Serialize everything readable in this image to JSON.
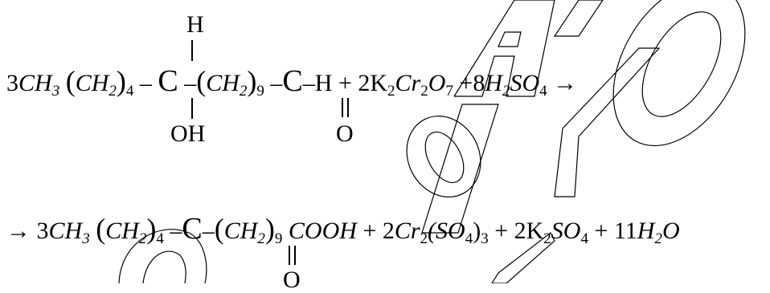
{
  "watermark": {
    "letters": [
      "Ф",
      "А",
      "Й",
      "Л",
      "О"
    ],
    "color": "#000000"
  },
  "eq1": {
    "coef": "3",
    "ch3": "CH",
    "s3": "3",
    "lp": "(",
    "ch2a": "CH",
    "s2a": "2",
    "rp": ")",
    "s4": "4",
    "dash1": "–",
    "c1": "C",
    "top_h": "H",
    "bottom_oh": "OH",
    "dash2": "–",
    "lp2": "(",
    "ch2b": "CH",
    "s2b": "2",
    "rp2": ")",
    "s9": "9",
    "dash3": "–",
    "c2": "C",
    "bottom_o": "O",
    "tail_h": "–H +",
    "coef_k": "2K",
    "s2k": "2",
    "cr": "Cr",
    "s2cr": "2",
    "o": "O",
    "s7": "7",
    "plus": "+",
    "coef_h": "8",
    "h": "H",
    "s2h": "2",
    "so": "SO",
    "s4so": "4",
    "arrow": "→"
  },
  "eq2": {
    "arrow": "→",
    "coef": "3",
    "ch3": "CH",
    "s3": "3",
    "lp": "(",
    "ch2a": "CH",
    "s2a": "2",
    "rp": ")",
    "s4": "4",
    "dash1": "–",
    "c": "C",
    "bottom_o": "O",
    "dash2": "–",
    "lp2": "(",
    "ch2b": "CH",
    "s2b": "2",
    "rp2": ")",
    "s9": "9",
    "cooh": "COOH",
    "plus1": "+",
    "coef_cr": "2",
    "cr": "Cr",
    "s2cr": "2",
    "so4": "(SO",
    "s4so": "4",
    "rp3": ")",
    "s3b": "3",
    "plus2": "+",
    "coef_k": "2K",
    "s2k": "2",
    "so": "SO",
    "s4k": "4",
    "plus3": "+",
    "coef_h2o": "11",
    "h": "H",
    "s2h": "2",
    "o": "O"
  }
}
